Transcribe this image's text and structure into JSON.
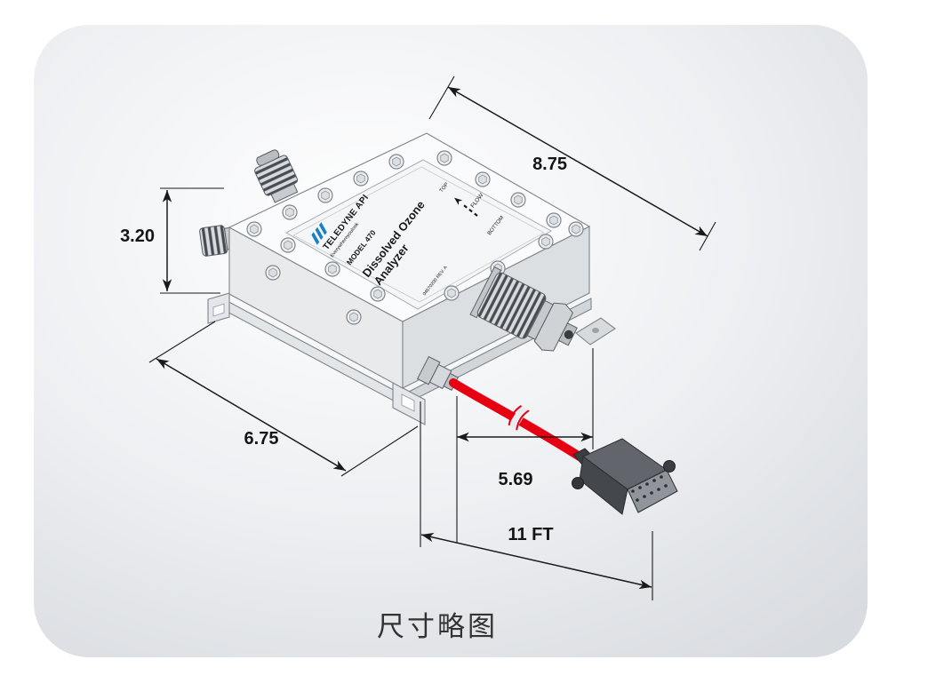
{
  "figure": {
    "caption": "尺寸略图"
  },
  "dimensions": {
    "top_width": "8.75",
    "side_height": "3.20",
    "base_depth": "6.75",
    "connector_offset": "5.69",
    "cable_length": "11 FT"
  },
  "device": {
    "brand": "TELEDYNE API",
    "tagline": "Everywhereyoulook",
    "model": "MODEL 470",
    "product_line1": "Dissolved Ozone",
    "product_line2": "Analyzer",
    "orientation_top": "TOP",
    "orientation_bottom": "BOTTOM",
    "flow_label": "FLOW",
    "part_number": "04670200 REV. A"
  },
  "colors": {
    "cable_red": "#e60012",
    "brand_blue": "#1b7fc4",
    "dimension_ink": "#161616"
  }
}
